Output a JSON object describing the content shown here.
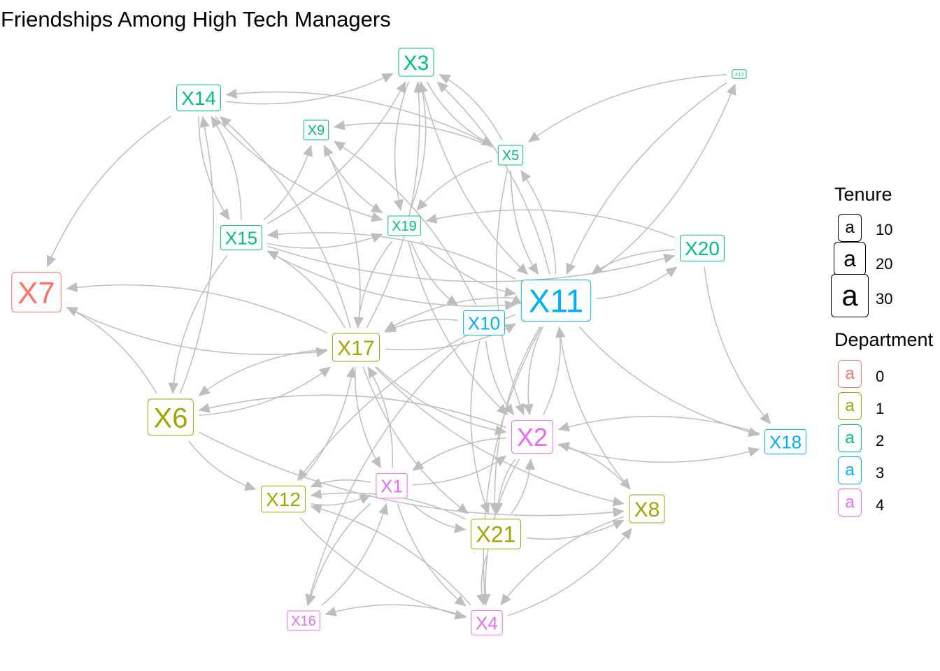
{
  "title": "Friendships Among High Tech Managers",
  "legend": {
    "tenure_title": "Tenure",
    "tenure_items": [
      {
        "key": "a",
        "label": "10"
      },
      {
        "key": "a",
        "label": "20"
      },
      {
        "key": "a",
        "label": "30"
      }
    ],
    "department_title": "Department",
    "department_items": [
      {
        "key": "a",
        "label": "0",
        "color": "#F8766D"
      },
      {
        "key": "a",
        "label": "1",
        "color": "#A3A500"
      },
      {
        "key": "a",
        "label": "2",
        "color": "#00BF7D"
      },
      {
        "key": "a",
        "label": "3",
        "color": "#00B0F6"
      },
      {
        "key": "a",
        "label": "4",
        "color": "#E76BF3"
      }
    ]
  },
  "edge_color": "#BEBEBE",
  "nodes": [
    {
      "id": "X3",
      "label": "X3",
      "department": "2"
    },
    {
      "id": "X14",
      "label": "X14",
      "department": "2"
    },
    {
      "id": "X9",
      "label": "X9",
      "department": "2"
    },
    {
      "id": "X5",
      "label": "X5",
      "department": "2"
    },
    {
      "id": "X13",
      "label": "X13",
      "department": "2"
    },
    {
      "id": "X15",
      "label": "X15",
      "department": "2"
    },
    {
      "id": "X19",
      "label": "X19",
      "department": "2"
    },
    {
      "id": "X20",
      "label": "X20",
      "department": "2"
    },
    {
      "id": "X7",
      "label": "X7",
      "department": "0"
    },
    {
      "id": "X11",
      "label": "X11",
      "department": "3"
    },
    {
      "id": "X10",
      "label": "X10",
      "department": "3"
    },
    {
      "id": "X17",
      "label": "X17",
      "department": "1"
    },
    {
      "id": "X6",
      "label": "X6",
      "department": "1"
    },
    {
      "id": "X2",
      "label": "X2",
      "department": "4"
    },
    {
      "id": "X18",
      "label": "X18",
      "department": "3"
    },
    {
      "id": "X12",
      "label": "X12",
      "department": "1"
    },
    {
      "id": "X1",
      "label": "X1",
      "department": "4"
    },
    {
      "id": "X8",
      "label": "X8",
      "department": "1"
    },
    {
      "id": "X21",
      "label": "X21",
      "department": "1"
    },
    {
      "id": "X16",
      "label": "X16",
      "department": "4"
    },
    {
      "id": "X4",
      "label": "X4",
      "department": "4"
    }
  ],
  "edges": [
    [
      "X14",
      "X3"
    ],
    [
      "X17",
      "X3"
    ],
    [
      "X19",
      "X3"
    ],
    [
      "X11",
      "X3"
    ],
    [
      "X5",
      "X3"
    ],
    [
      "X3",
      "X19"
    ],
    [
      "X3",
      "X11"
    ],
    [
      "X15",
      "X3"
    ],
    [
      "X5",
      "X14"
    ],
    [
      "X5",
      "X9"
    ],
    [
      "X5",
      "X19"
    ],
    [
      "X11",
      "X5"
    ],
    [
      "X13",
      "X5"
    ],
    [
      "X11",
      "X13"
    ],
    [
      "X13",
      "X11"
    ],
    [
      "X15",
      "X14"
    ],
    [
      "X14",
      "X15"
    ],
    [
      "X17",
      "X14"
    ],
    [
      "X6",
      "X14"
    ],
    [
      "X14",
      "X7"
    ],
    [
      "X17",
      "X7"
    ],
    [
      "X6",
      "X7"
    ],
    [
      "X7",
      "X17"
    ],
    [
      "X15",
      "X9"
    ],
    [
      "X17",
      "X9"
    ],
    [
      "X10",
      "X9"
    ],
    [
      "X14",
      "X19"
    ],
    [
      "X15",
      "X19"
    ],
    [
      "X19",
      "X11"
    ],
    [
      "X20",
      "X19"
    ],
    [
      "X11",
      "X15"
    ],
    [
      "X17",
      "X15"
    ],
    [
      "X15",
      "X6"
    ],
    [
      "X11",
      "X17"
    ],
    [
      "X17",
      "X11"
    ],
    [
      "X10",
      "X17"
    ],
    [
      "X19",
      "X17"
    ],
    [
      "X6",
      "X17"
    ],
    [
      "X17",
      "X6"
    ],
    [
      "X2",
      "X6"
    ],
    [
      "X6",
      "X12"
    ],
    [
      "X12",
      "X17"
    ],
    [
      "X17",
      "X2"
    ],
    [
      "X17",
      "X1"
    ],
    [
      "X1",
      "X17"
    ],
    [
      "X17",
      "X21"
    ],
    [
      "X17",
      "X8"
    ],
    [
      "X11",
      "X2"
    ],
    [
      "X2",
      "X11"
    ],
    [
      "X11",
      "X8"
    ],
    [
      "X11",
      "X18"
    ],
    [
      "X20",
      "X18"
    ],
    [
      "X18",
      "X2"
    ],
    [
      "X2",
      "X18"
    ],
    [
      "X8",
      "X2"
    ],
    [
      "X2",
      "X21"
    ],
    [
      "X21",
      "X2"
    ],
    [
      "X1",
      "X2"
    ],
    [
      "X2",
      "X1"
    ],
    [
      "X1",
      "X21"
    ],
    [
      "X21",
      "X12"
    ],
    [
      "X12",
      "X1"
    ],
    [
      "X1",
      "X12"
    ],
    [
      "X4",
      "X12"
    ],
    [
      "X12",
      "X4"
    ],
    [
      "X1",
      "X4"
    ],
    [
      "X21",
      "X4"
    ],
    [
      "X8",
      "X4"
    ],
    [
      "X4",
      "X8"
    ],
    [
      "X2",
      "X4"
    ],
    [
      "X4",
      "X16"
    ],
    [
      "X16",
      "X1"
    ],
    [
      "X1",
      "X16"
    ],
    [
      "X10",
      "X16"
    ],
    [
      "X10",
      "X2"
    ],
    [
      "X11",
      "X12"
    ],
    [
      "X11",
      "X4"
    ],
    [
      "X5",
      "X11"
    ],
    [
      "X11",
      "X20"
    ],
    [
      "X20",
      "X11"
    ],
    [
      "X15",
      "X20"
    ],
    [
      "X5",
      "X2"
    ],
    [
      "X19",
      "X2"
    ],
    [
      "X10",
      "X21"
    ],
    [
      "X21",
      "X8"
    ],
    [
      "X19",
      "X10"
    ],
    [
      "X11",
      "X10"
    ],
    [
      "X6",
      "X8"
    ],
    [
      "X11",
      "X21"
    ],
    [
      "X9",
      "X19"
    ],
    [
      "X15",
      "X11"
    ],
    [
      "X3",
      "X5"
    ]
  ]
}
